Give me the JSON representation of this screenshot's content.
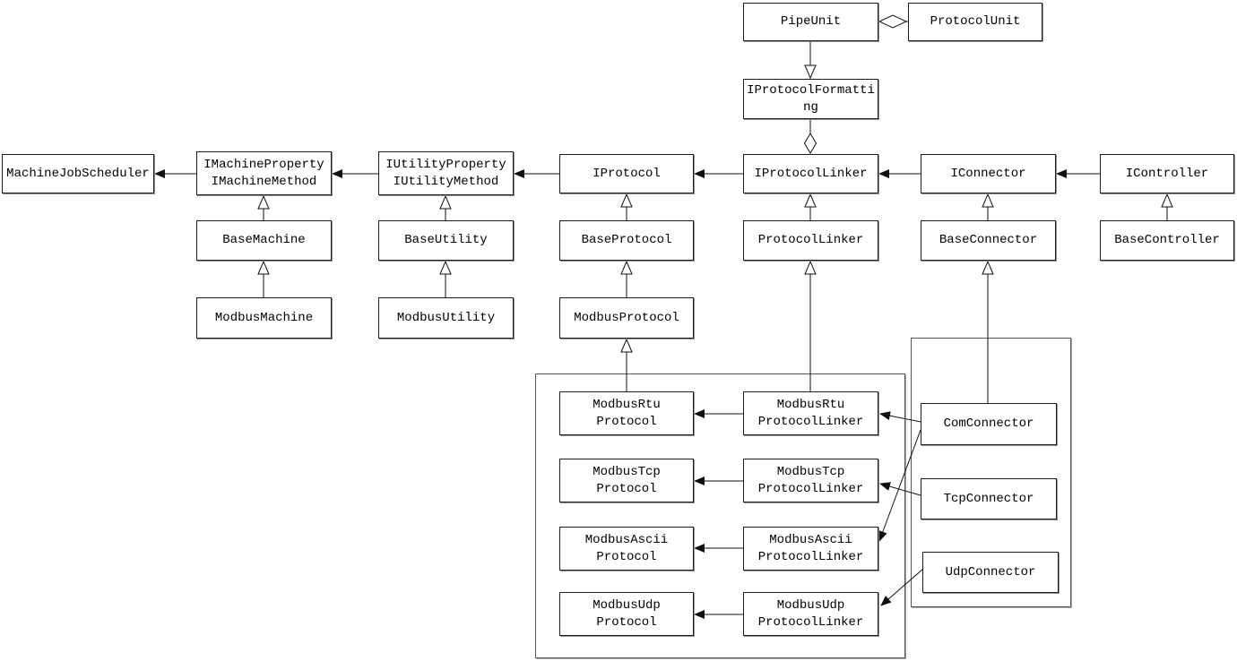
{
  "diagram": {
    "type": "uml-class-diagram",
    "accent_colors": {
      "line": "#111111",
      "box_border": "#1c1c1c",
      "box_shadow": "#8f8f8f",
      "background": "#ffffff"
    },
    "nodes": {
      "pipeUnit": "PipeUnit",
      "protocolUnit": "ProtocolUnit",
      "iProtocolFormatting": "IProtocolFormatting",
      "machineJobScheduler": "MachineJobScheduler",
      "iMachine": "IMachineProperty\nIMachineMethod",
      "iUtility": "IUtilityProperty\nIUtilityMethod",
      "iProtocol": "IProtocol",
      "iProtocolLinker": "IProtocolLinker",
      "iConnector": "IConnector",
      "iController": "IController",
      "baseMachine": "BaseMachine",
      "baseUtility": "BaseUtility",
      "baseProtocol": "BaseProtocol",
      "protocolLinker": "ProtocolLinker",
      "baseConnector": "BaseConnector",
      "baseController": "BaseController",
      "modbusMachine": "ModbusMachine",
      "modbusUtility": "ModbusUtility",
      "modbusProtocol": "ModbusProtocol",
      "modbusRtuProtocol": "ModbusRtu\nProtocol",
      "modbusRtuProtocolLinker": "ModbusRtu\nProtocolLinker",
      "modbusTcpProtocol": "ModbusTcp\nProtocol",
      "modbusTcpProtocolLinker": "ModbusTcp\nProtocolLinker",
      "modbusAsciiProtocol": "ModbusAscii\nProtocol",
      "modbusAsciiProtocolLinker": "ModbusAscii\nProtocolLinker",
      "modbusUdpProtocol": "ModbusUdp\nProtocol",
      "modbusUdpProtocolLinker": "ModbusUdp\nProtocolLinker",
      "comConnector": "ComConnector",
      "tcpConnector": "TcpConnector",
      "udpConnector": "UdpConnector"
    },
    "relationships": [
      {
        "from": "PipeUnit",
        "to": "ProtocolUnit",
        "type": "aggregation"
      },
      {
        "from": "IProtocolLinker",
        "to": "IProtocolFormatting",
        "type": "aggregation"
      },
      {
        "from": "PipeUnit",
        "to": "IProtocolFormatting",
        "type": "generalization"
      },
      {
        "from": "IMachineProperty IMachineMethod",
        "to": "MachineJobScheduler",
        "type": "association"
      },
      {
        "from": "IUtilityProperty IUtilityMethod",
        "to": "IMachineProperty IMachineMethod",
        "type": "association"
      },
      {
        "from": "IProtocol",
        "to": "IUtilityProperty IUtilityMethod",
        "type": "association"
      },
      {
        "from": "IProtocolLinker",
        "to": "IProtocol",
        "type": "association"
      },
      {
        "from": "IConnector",
        "to": "IProtocolLinker",
        "type": "association"
      },
      {
        "from": "IController",
        "to": "IConnector",
        "type": "association"
      },
      {
        "from": "BaseMachine",
        "to": "IMachineProperty IMachineMethod",
        "type": "generalization"
      },
      {
        "from": "BaseUtility",
        "to": "IUtilityProperty IUtilityMethod",
        "type": "generalization"
      },
      {
        "from": "BaseProtocol",
        "to": "IProtocol",
        "type": "generalization"
      },
      {
        "from": "ProtocolLinker",
        "to": "IProtocolLinker",
        "type": "generalization"
      },
      {
        "from": "BaseConnector",
        "to": "IConnector",
        "type": "generalization"
      },
      {
        "from": "BaseController",
        "to": "IController",
        "type": "generalization"
      },
      {
        "from": "ModbusMachine",
        "to": "BaseMachine",
        "type": "generalization"
      },
      {
        "from": "ModbusUtility",
        "to": "BaseUtility",
        "type": "generalization"
      },
      {
        "from": "ModbusProtocol",
        "to": "BaseProtocol",
        "type": "generalization"
      },
      {
        "from": "ModbusRtuProtocol",
        "to": "ModbusProtocol",
        "type": "generalization"
      },
      {
        "from": "ModbusRtuProtocolLinker",
        "to": "ProtocolLinker",
        "type": "generalization"
      },
      {
        "from": "ComConnector",
        "to": "BaseConnector",
        "type": "generalization"
      },
      {
        "from": "ModbusRtuProtocolLinker",
        "to": "ModbusRtuProtocol",
        "type": "association"
      },
      {
        "from": "ModbusTcpProtocolLinker",
        "to": "ModbusTcpProtocol",
        "type": "association"
      },
      {
        "from": "ModbusAsciiProtocolLinker",
        "to": "ModbusAsciiProtocol",
        "type": "association"
      },
      {
        "from": "ModbusUdpProtocolLinker",
        "to": "ModbusUdpProtocol",
        "type": "association"
      },
      {
        "from": "ComConnector",
        "to": "ModbusRtuProtocolLinker",
        "type": "association"
      },
      {
        "from": "ComConnector",
        "to": "ModbusAsciiProtocolLinker",
        "type": "association"
      },
      {
        "from": "TcpConnector",
        "to": "ModbusTcpProtocolLinker",
        "type": "association"
      },
      {
        "from": "UdpConnector",
        "to": "ModbusUdpProtocolLinker",
        "type": "association"
      }
    ]
  }
}
